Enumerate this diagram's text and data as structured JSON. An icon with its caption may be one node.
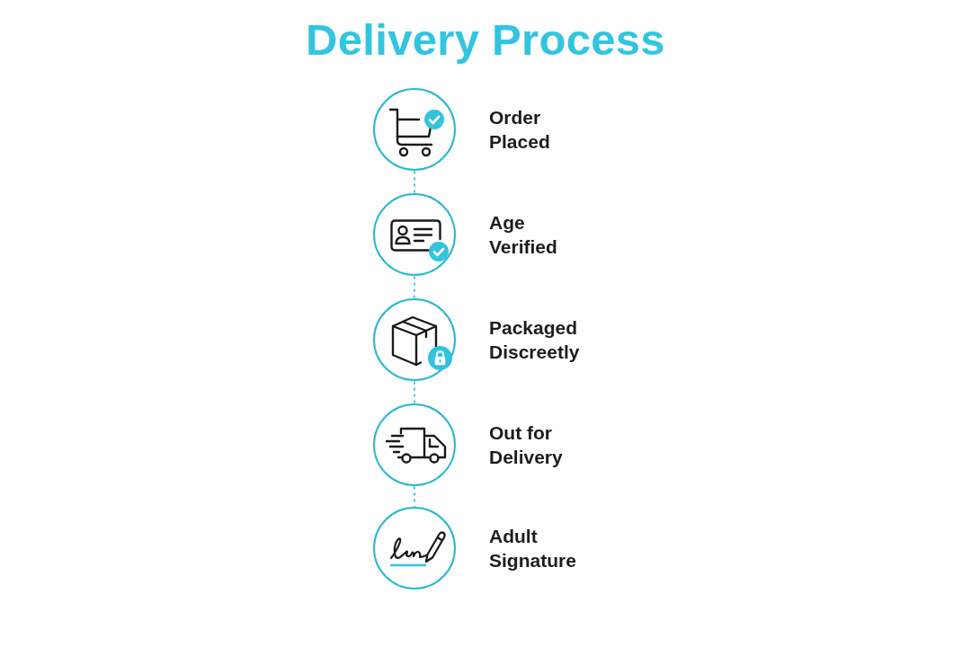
{
  "diagram": {
    "title": "Delivery Process",
    "nodes": [
      {
        "text": [
          "Order Placed"
        ]
      },
      {
        "text": [
          "Age Verified"
        ]
      },
      {
        "text": [
          "Packaged Discreetly"
        ]
      },
      {
        "text": [
          "Out for Delivery"
        ]
      },
      {
        "text": [
          "Adult Signature"
        ]
      }
    ],
    "edges": [
      {
        "from": 0,
        "to": 1,
        "arrow": "none",
        "style": "dashed"
      },
      {
        "from": 1,
        "to": 2,
        "arrow": "none",
        "style": "dashed"
      },
      {
        "from": 2,
        "to": 3,
        "arrow": "none",
        "style": "dashed"
      },
      {
        "from": 3,
        "to": 4,
        "arrow": "none",
        "style": "dashed"
      }
    ]
  }
}
